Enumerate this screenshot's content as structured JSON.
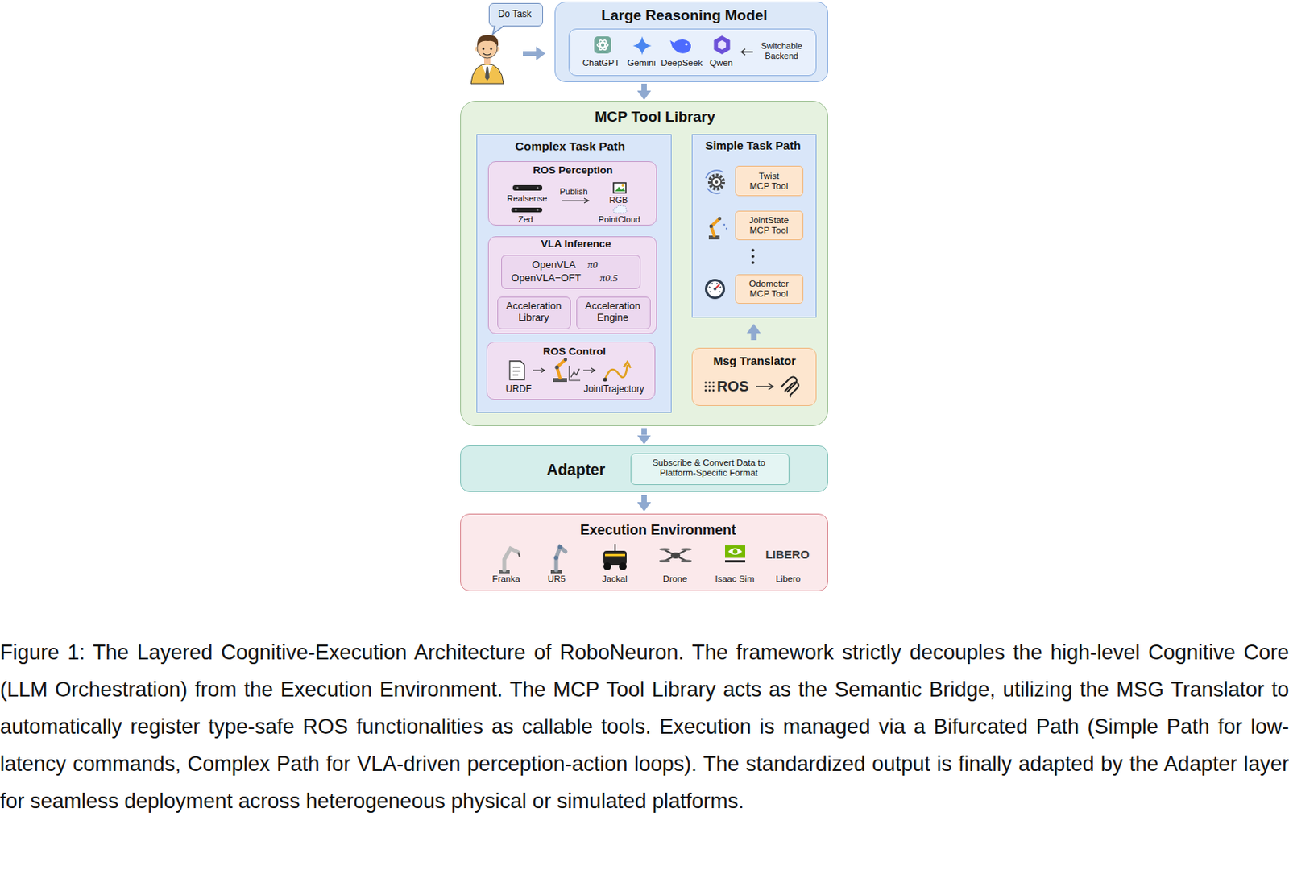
{
  "diagram": {
    "caption": "Figure 1: The Layered Cognitive-Execution Architecture of RoboNeuron. The framework strictly decouples the high-level Cognitive Core (LLM Orchestration) from the Execution Environment. The MCP Tool Library acts as the Semantic Bridge, utilizing the MSG Translator to automatically register type-safe ROS functionalities as callable tools. Execution is managed via a Bifurcated Path (Simple Path for low-latency commands, Complex Path for VLA-driven perception-action loops). The standardized output is finally adapted by the Adapter layer for seamless deployment across heterogeneous physical or simulated platforms.",
    "nodes": [
      {
        "text": [
          "Do Task"
        ]
      },
      {
        "text": [
          "Large Reasoning Model"
        ]
      },
      {
        "text": [
          "ChatGPT",
          "Gemini",
          "DeepSeek",
          "Qwen",
          "Switchable Backend"
        ],
        "in": 1
      },
      {
        "text": [
          "MCP Tool Library"
        ]
      },
      {
        "text": [
          "Complex Task Path"
        ],
        "in": 3
      },
      {
        "text": [
          "ROS Perception",
          "Realsense",
          "Publish",
          "RGB",
          "Zed",
          "PointCloud"
        ],
        "in": 4
      },
      {
        "text": [
          "VLA Inference"
        ],
        "in": 4
      },
      {
        "text": [
          "OpenVLA",
          "π0",
          "OpenVLA−OFT",
          "π0.5"
        ],
        "in": 6
      },
      {
        "text": [
          "Acceleration Library"
        ],
        "in": 6
      },
      {
        "text": [
          "Acceleration Engine"
        ],
        "in": 6
      },
      {
        "text": [
          "ROS Control",
          "URDF",
          "JointTrajectory"
        ],
        "in": 4
      },
      {
        "text": [
          "Simple Task Path"
        ],
        "in": 3
      },
      {
        "text": [
          "Twist MCP Tool"
        ],
        "in": 11
      },
      {
        "text": [
          "JointState MCP Tool"
        ],
        "in": 11
      },
      {
        "text": [
          "Odometer MCP Tool"
        ],
        "in": 11
      },
      {
        "text": [
          "Msg Translator",
          "ROS"
        ],
        "in": 3
      },
      {
        "text": [
          "Adapter"
        ]
      },
      {
        "text": [
          "Subscribe & Convert Data to Platform-Specific Format"
        ],
        "in": 16
      },
      {
        "text": [
          "Execution Environment",
          "Franka",
          "UR5",
          "Jackal",
          "Drone",
          "Isaac Sim",
          "LIBERO",
          "Libero"
        ]
      }
    ],
    "edges": [
      {
        "from": 1,
        "to": 3,
        "arrow": "to"
      },
      {
        "from": 15,
        "to": 11,
        "arrow": "to"
      },
      {
        "from": 3,
        "to": 16,
        "arrow": "to"
      },
      {
        "from": 16,
        "to": 18,
        "arrow": "to"
      }
    ]
  }
}
